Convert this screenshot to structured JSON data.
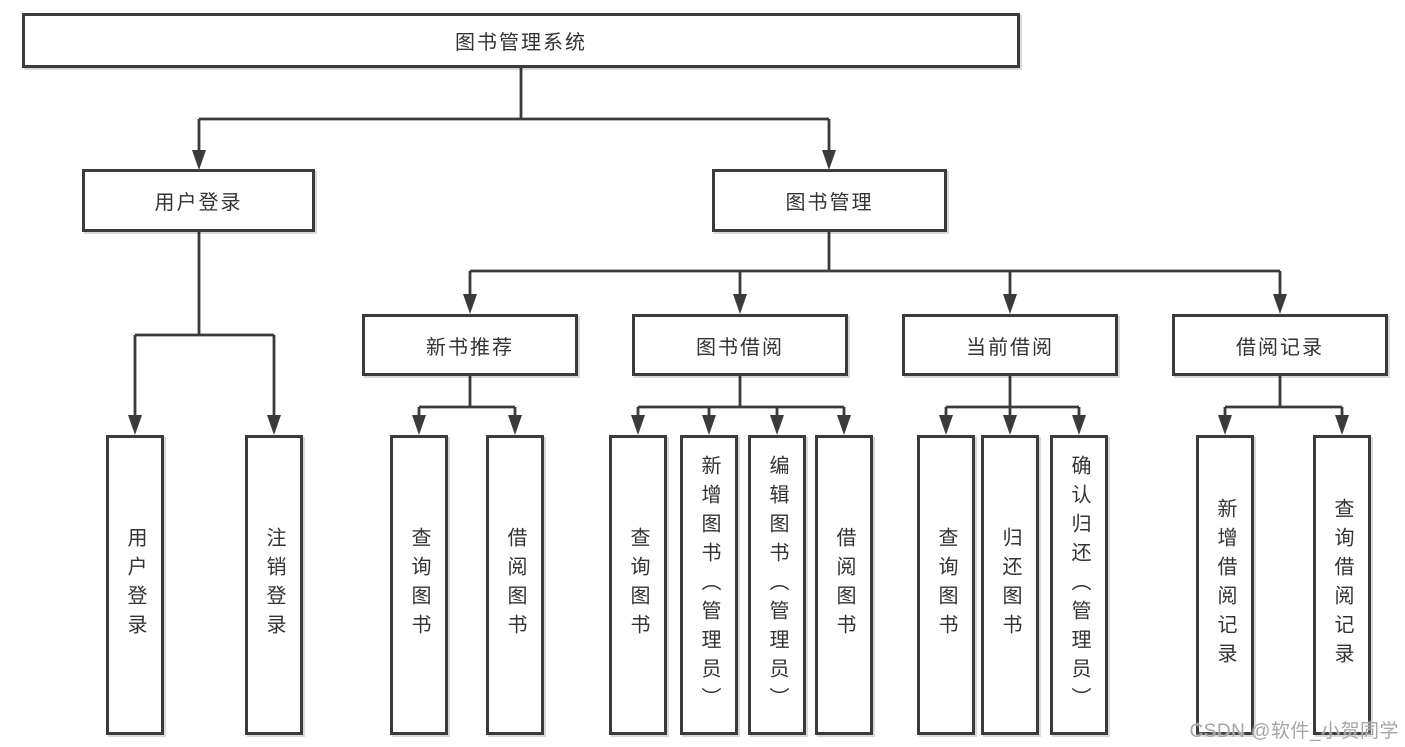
{
  "diagram_title": "图书管理系统",
  "colors": {
    "line": "#3b3b3b",
    "text": "#333333",
    "background": "#ffffff",
    "watermark": "#a6a6aa"
  },
  "nodes": {
    "root": "图书管理系统",
    "user_login": "用户登录",
    "book_mgmt": "图书管理",
    "new_book_rec": "新书推荐",
    "book_borrow": "图书借阅",
    "current_borrow": "当前借阅",
    "borrow_records": "借阅记录",
    "leaf_user_login": "用户登录",
    "leaf_logout": "注销登录",
    "rec_query_books": "查询图书",
    "rec_borrow_books": "借阅图书",
    "bb_query_books": "查询图书",
    "bb_add_books": "新增图书（管理员）",
    "bb_edit_books": "编辑图书（管理员）",
    "bb_borrow_books": "借阅图书",
    "cb_query_books": "查询图书",
    "cb_return_books": "归还图书",
    "cb_confirm_return": "确认归还（管理员）",
    "br_add_record": "新增借阅记录",
    "br_query_record": "查询借阅记录"
  },
  "watermark": "CSDN @软件_小贺同学"
}
